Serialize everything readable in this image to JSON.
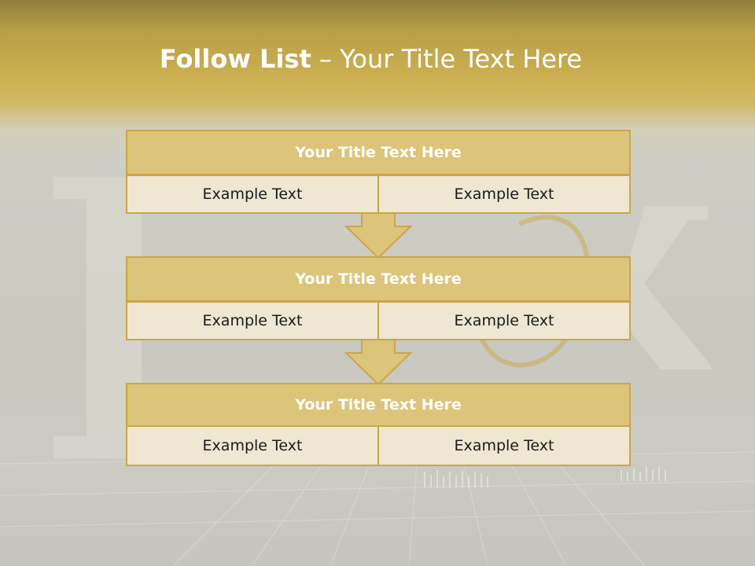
{
  "slide": {
    "title_bold": "Follow List",
    "title_rest": " – Your Title Text Here"
  },
  "steps": [
    {
      "title": "Your Title Text Here",
      "left": "Example Text",
      "right": "Example Text"
    },
    {
      "title": "Your Title Text Here",
      "left": "Example Text",
      "right": "Example Text"
    },
    {
      "title": "Your Title Text Here",
      "left": "Example Text",
      "right": "Example Text"
    }
  ],
  "colors": {
    "header_fill": "#dcc47a",
    "cell_fill": "#efe7d2",
    "border": "#c9a648",
    "arrow_fill": "#dcc47a"
  }
}
